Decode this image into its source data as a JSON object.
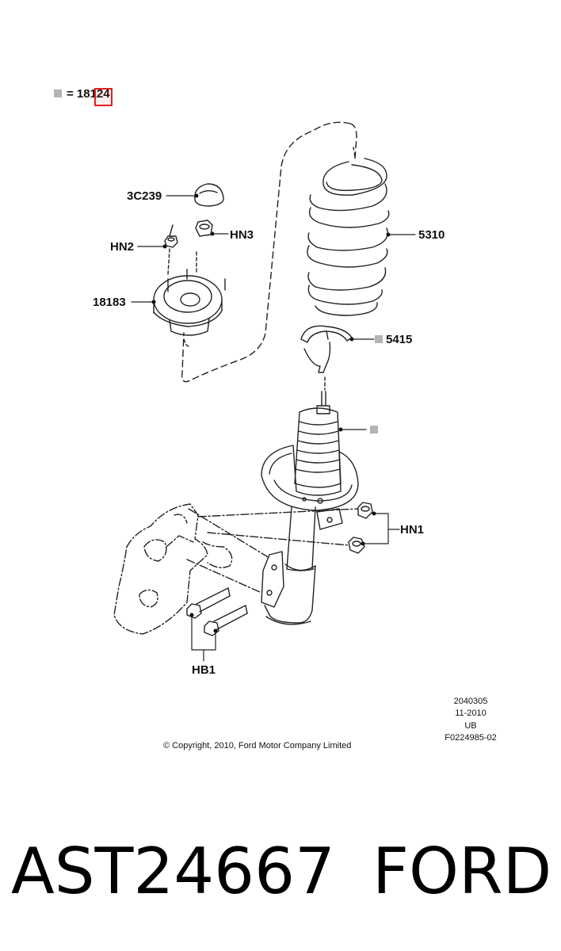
{
  "legend": {
    "equals_text": "= 18124"
  },
  "labels": {
    "cap": "3C239",
    "nut_hn2": "HN2",
    "nut_hn3": "HN3",
    "mount": "18183",
    "spring": "5310",
    "insulator": "5415",
    "bolts_hn1": "HN1",
    "bolts_hb1": "HB1"
  },
  "info_block": {
    "line1": "2040305",
    "line2": "11-2010",
    "line3": "UB",
    "line4": "F0224985-02"
  },
  "copyright": "© Copyright, 2010, Ford Motor Company Limited",
  "footer": {
    "part_number": "AST24667",
    "brand": "FORD"
  },
  "colors": {
    "square_marker": "#b4b4b4",
    "highlight": "#e02020",
    "line": "#222222"
  }
}
